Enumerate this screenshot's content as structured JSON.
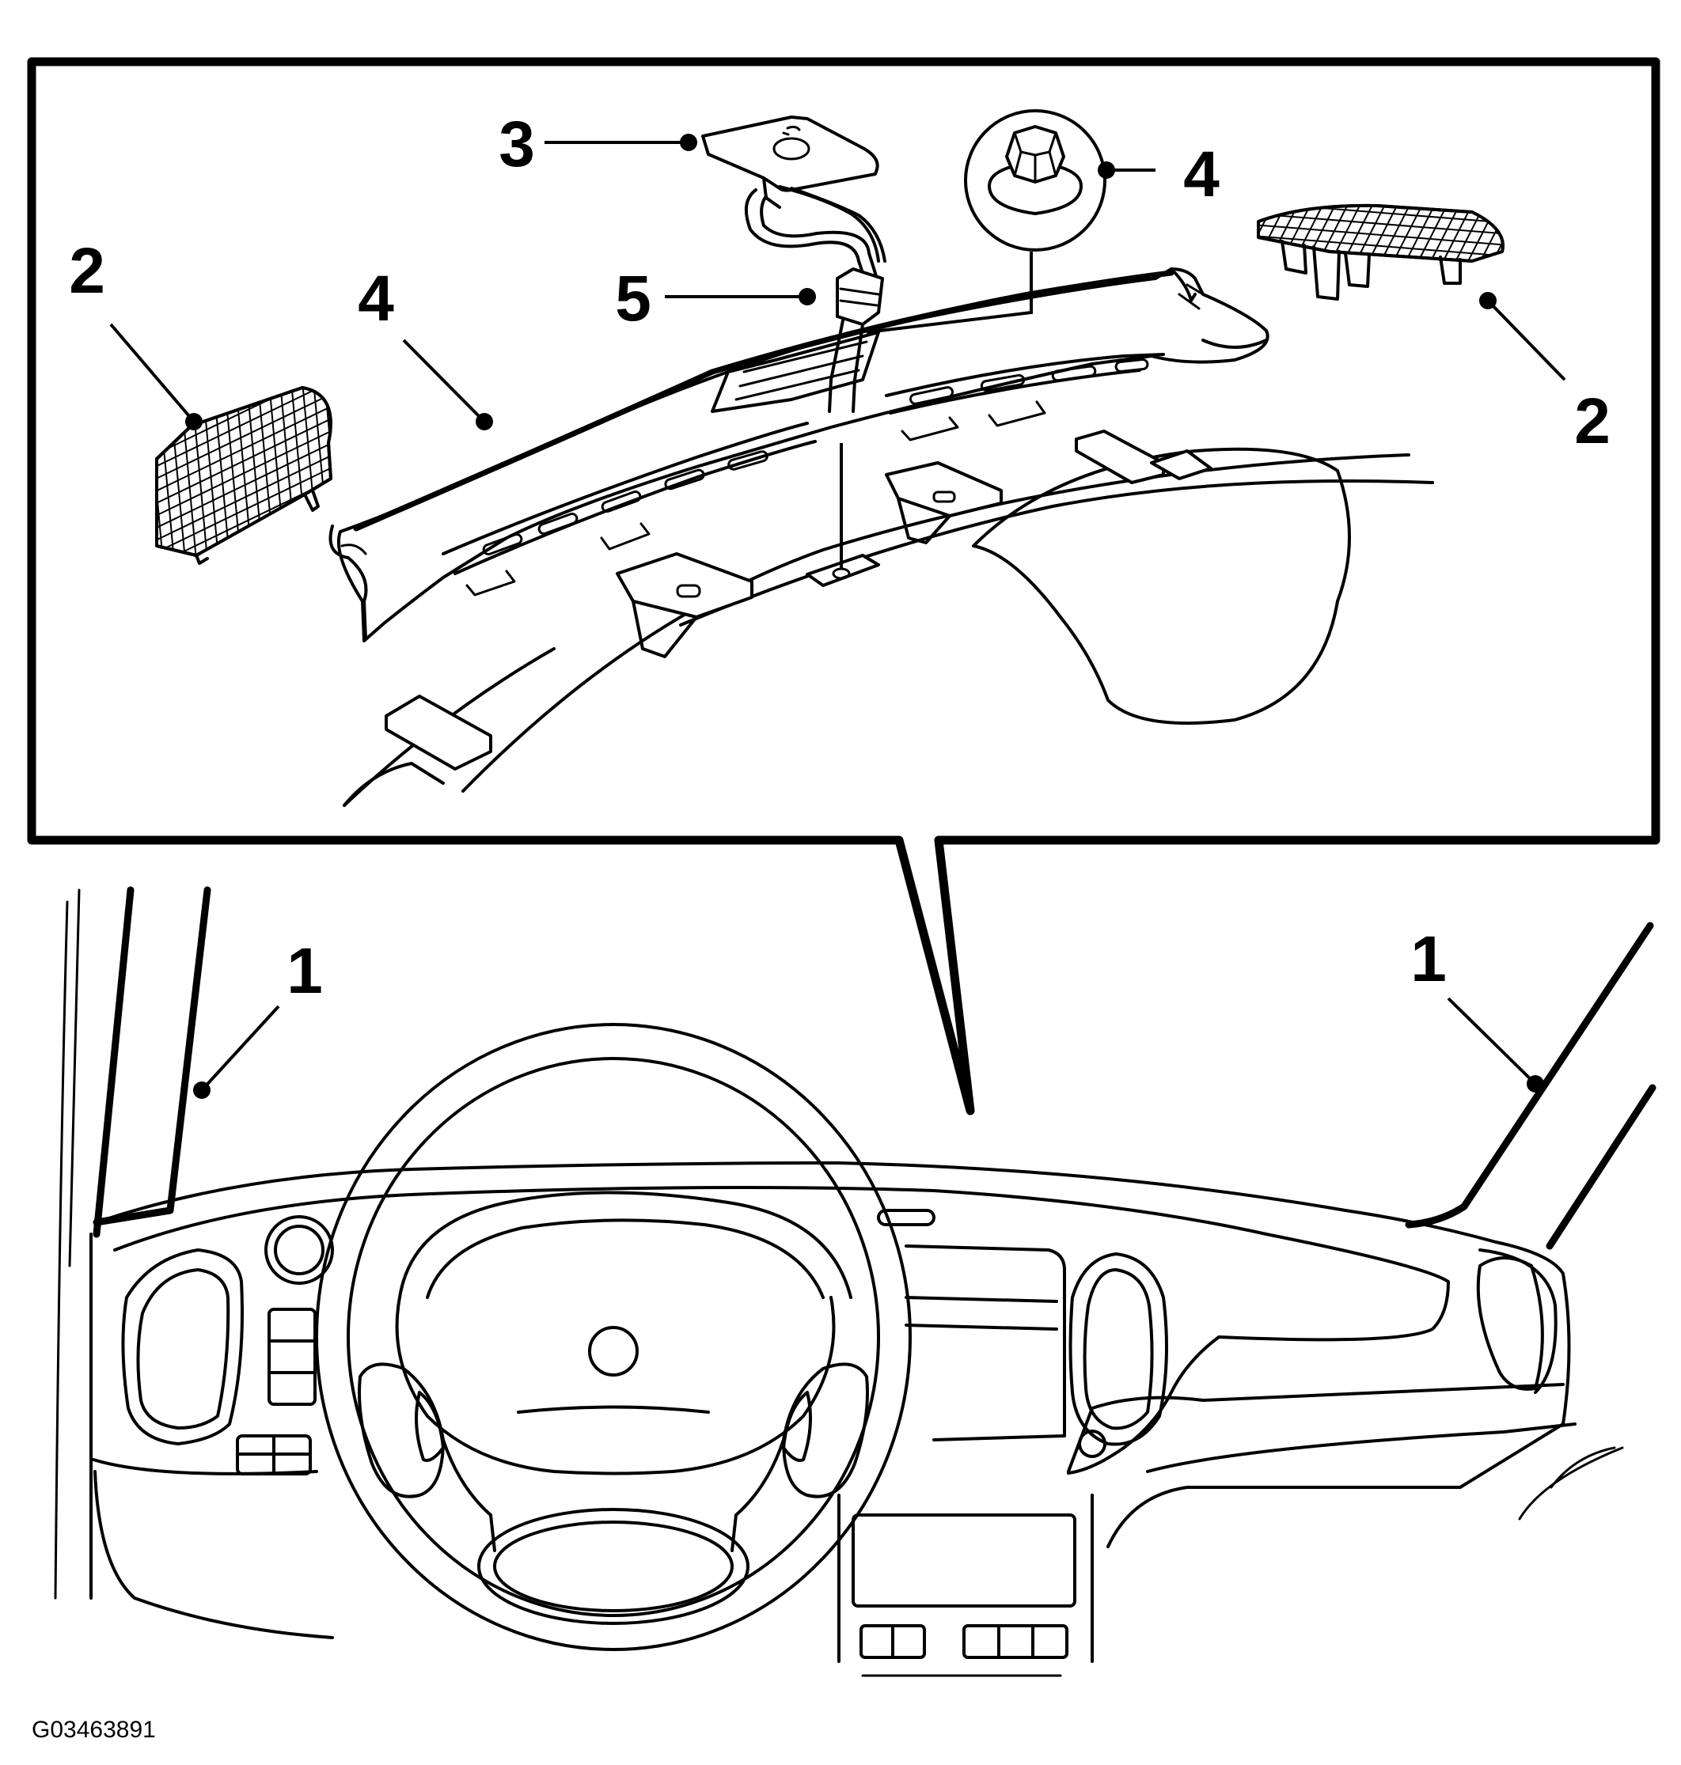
{
  "figure_id": "G03463891",
  "callouts": {
    "c1_left": "1",
    "c1_right": "1",
    "c2_left": "2",
    "c2_right": "2",
    "c3": "3",
    "c4_panel": "4",
    "c4_nut": "4",
    "c5": "5"
  }
}
